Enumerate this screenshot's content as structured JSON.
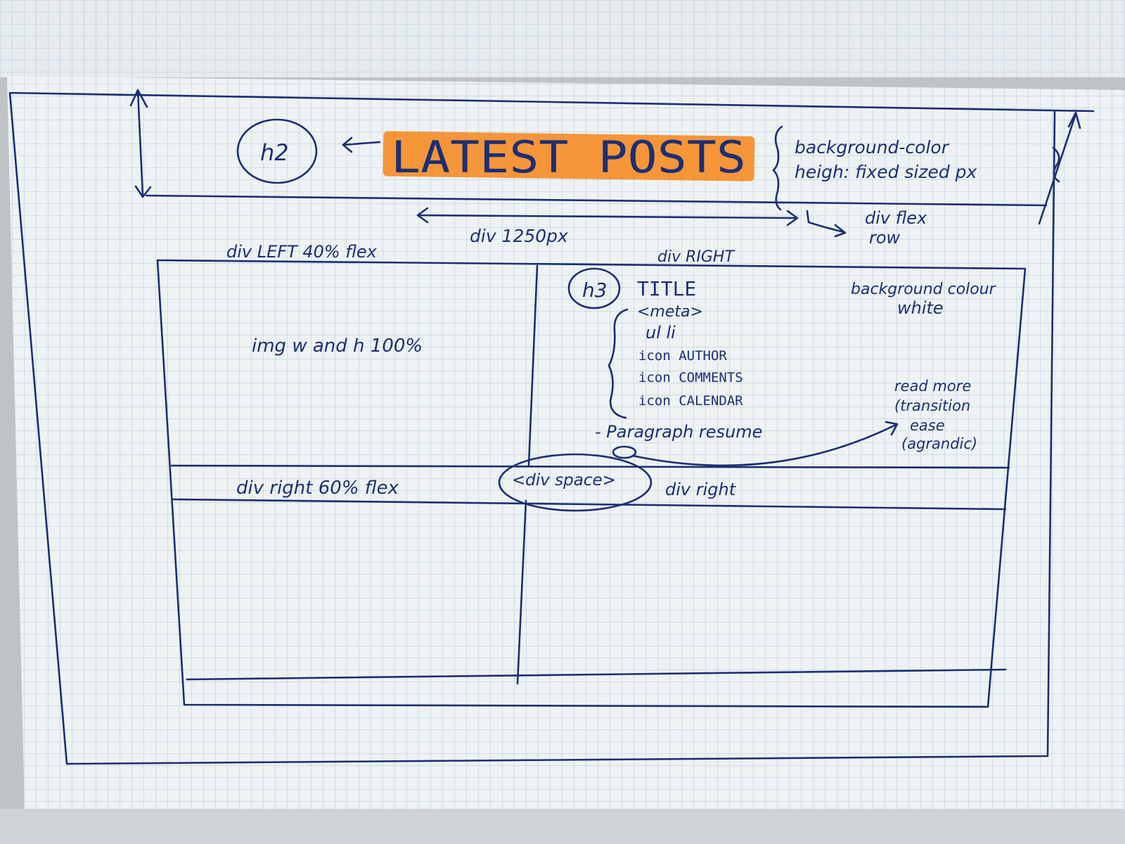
{
  "colors": {
    "paper": "#eef2f3",
    "grid_line": "#aec6dc",
    "ink": "#1b2f74",
    "highlighter": "#f7891f",
    "floor": "#bfc3c6"
  },
  "header": {
    "tag_h2": "h2",
    "title": "LATEST POSTS",
    "note_line1": "background-color",
    "note_line2": "heigh: fixed sized px",
    "flex_note_line1": "div flex",
    "flex_note_line2": "row",
    "container_width": "div 1250px"
  },
  "row1": {
    "left_label": "div LEFT 40% flex",
    "right_label": "div RIGHT",
    "img_note": "img w and h 100%",
    "tag_h3": "h3",
    "title": "TITLE",
    "meta": "<meta>",
    "list": "ul li",
    "icons": [
      "icon AUTHOR",
      "icon COMMENTS",
      "icon CALENDAR"
    ],
    "paragraph": "- Paragraph resume",
    "bg_note_line1": "background colour",
    "bg_note_line2": "white",
    "read_more": [
      "read more",
      "(transition",
      "ease",
      "(agrandic)"
    ]
  },
  "row2": {
    "left_label": "div right 60% flex",
    "spacer": "<div space>",
    "right_label": "div right"
  }
}
